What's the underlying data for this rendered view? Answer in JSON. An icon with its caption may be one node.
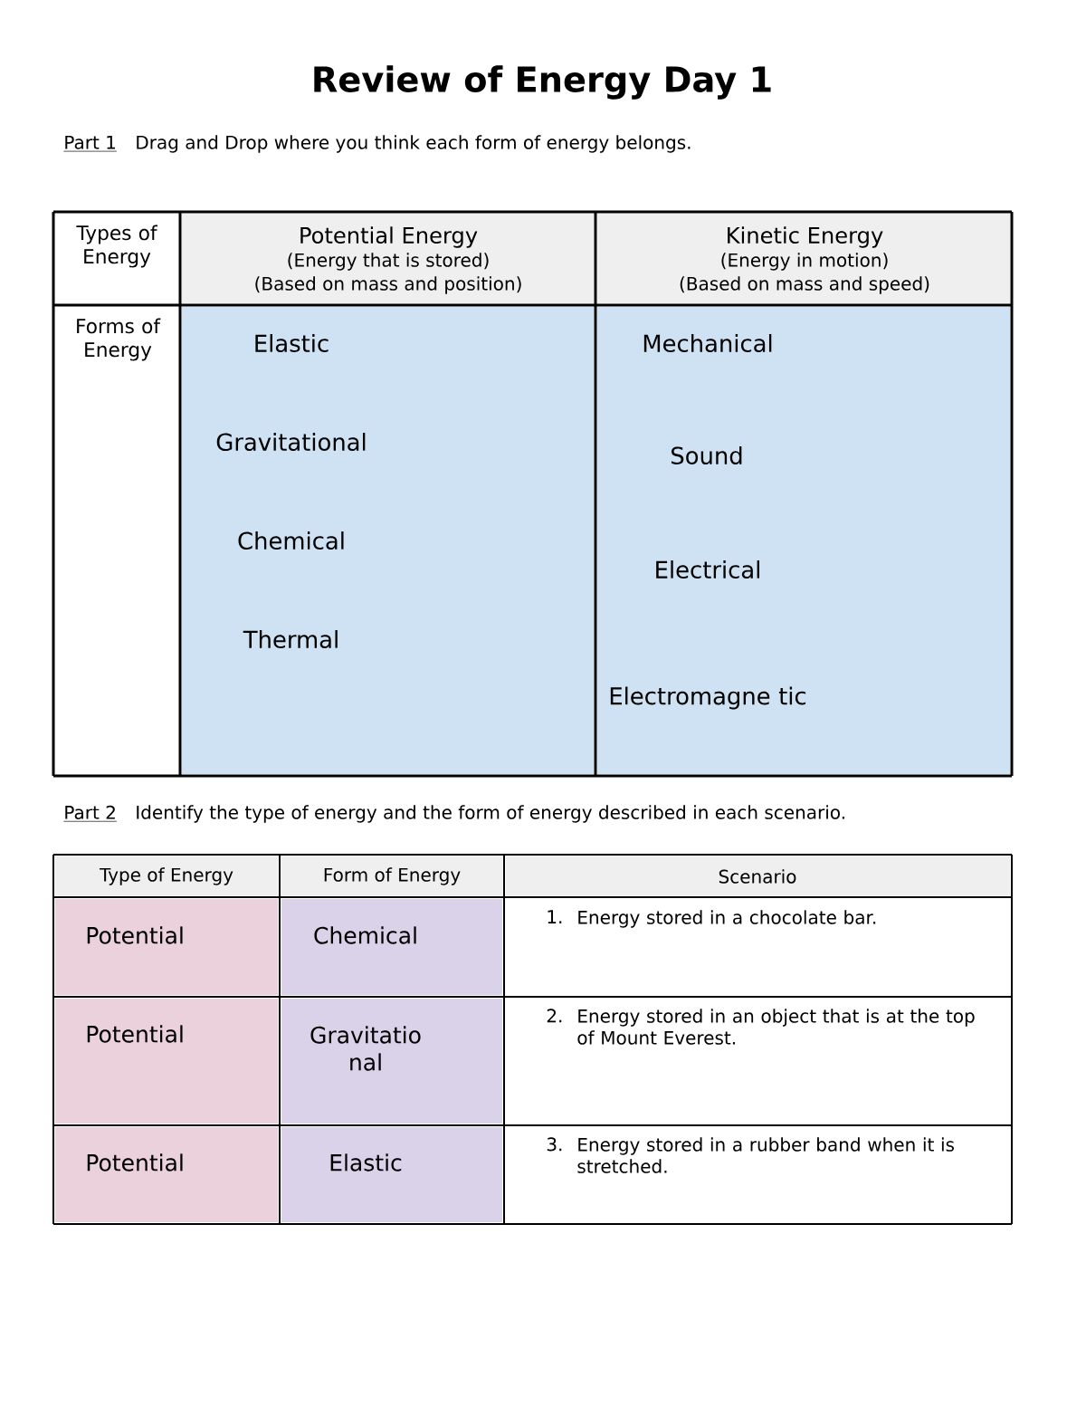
{
  "diagram": {
    "title": "Review of Energy Day 1",
    "labels": [
      "Part 1",
      "Drag and Drop where you think each form of energy belongs.",
      "Types of Energy",
      "Potential Energy",
      "(Energy that is stored)",
      "(Based on mass and position)",
      "Kinetic Energy",
      "(Energy in motion)",
      "(Based on mass and speed)",
      "Forms of Energy",
      "Elastic",
      "Gravitational",
      "Chemical",
      "Thermal",
      "Mechanical",
      "Sound",
      "Electrical",
      "Electromagne tic",
      "Part 2",
      "Identify the type of energy and the form of energy described in each scenario.",
      "Type of Energy",
      "Form of Energy",
      "Scenario",
      "Potential",
      "Chemical",
      "1.",
      "Energy stored in a chocolate bar.",
      "Potential",
      "Gravitatio nal",
      "2.",
      "Energy stored in an object that is at the top of Mount Everest.",
      "Potential",
      "Elastic",
      "3.",
      "Energy stored in a rubber band when it is stretched."
    ]
  }
}
